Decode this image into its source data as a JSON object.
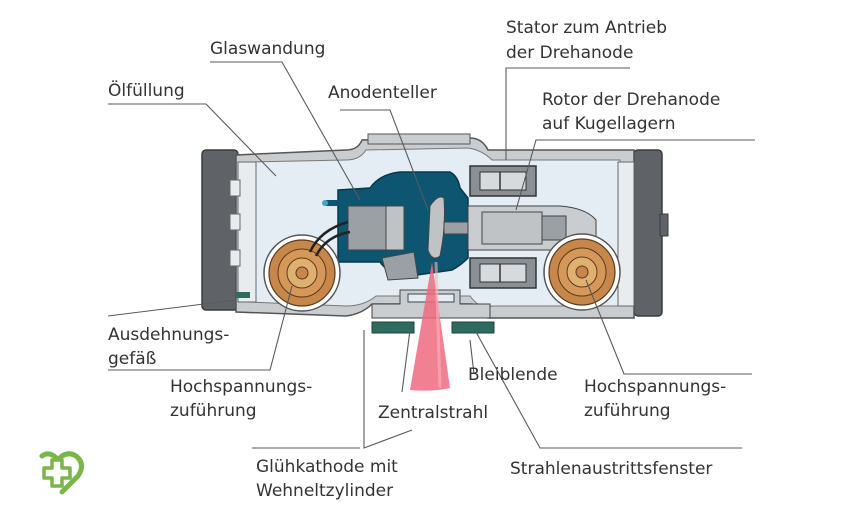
{
  "labels": {
    "glaswandung": "Glaswandung",
    "stator_line1": "Stator zum Antrieb",
    "stator_line2": "der Drehanode",
    "oelfuellung": "Ölfüllung",
    "anodenteller": "Anodenteller",
    "rotor_line1": "Rotor der Drehanode",
    "rotor_line2": "auf Kugellagern",
    "ausdehnung_line1": "Ausdehnungs-",
    "ausdehnung_line2": "gefäß",
    "hochspannung_left_line1": "Hochspannungs-",
    "hochspannung_left_line2": "zuführung",
    "bleiblende": "Bleiblende",
    "hochspannung_right_line1": "Hochspannungs-",
    "hochspannung_right_line2": "zuführung",
    "zentralstrahl": "Zentralstrahl",
    "gluehkathode_line1": "Glühkathode mit",
    "gluehkathode_line2": "Wehneltzylinder",
    "strahlenaustritt": "Strahlenaustrittsfenster"
  },
  "logo": {
    "icon": "heart-cross-logo-icon",
    "color": "#7ab648"
  },
  "colors": {
    "housing": "#5f6266",
    "oil": "#e4edf4",
    "glass_tube": "#0d5570",
    "metal_light": "#bfc3c6",
    "metal_mid": "#9aa0a4",
    "copper": "#c8874a",
    "copper_light": "#e0b070",
    "lead_blende": "#2e6b5e",
    "beam": "#f06a80"
  }
}
